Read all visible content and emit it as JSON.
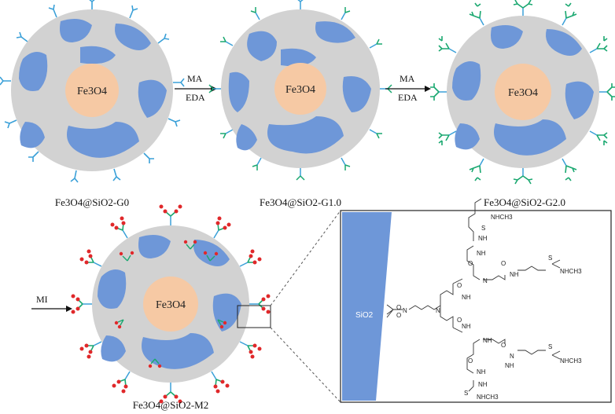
{
  "particles": [
    {
      "id": "g0",
      "core_label": "Fe3O4",
      "name_label": "Fe3O4@SiO2-G0"
    },
    {
      "id": "g1",
      "core_label": "Fe3O4",
      "name_label": "Fe3O4@SiO2-G1.0"
    },
    {
      "id": "g2",
      "core_label": "Fe3O4",
      "name_label": "Fe3O4@SiO2-G2.0"
    },
    {
      "id": "m2",
      "core_label": "Fe3O4",
      "name_label": "Fe3O4@SiO2-M2"
    }
  ],
  "steps": [
    {
      "reagent_top": "MA",
      "reagent_bottom": "EDA"
    },
    {
      "reagent_top": "MA",
      "reagent_bottom": "EDA"
    },
    {
      "reagent_top": "MI",
      "reagent_bottom": ""
    }
  ],
  "zoom": {
    "surface_label": "SiO2",
    "groups": [
      "NHCH3",
      "NH",
      "NH",
      "N",
      "NH",
      "NH",
      "NHCH3",
      "NH",
      "N",
      "NH",
      "N",
      "O",
      "O",
      "NH",
      "N",
      "NH",
      "NH",
      "NHCH3",
      "NHCH3",
      "S",
      "S",
      "S",
      "S",
      "O",
      "O",
      "O",
      "O",
      "O",
      "O"
    ]
  },
  "colors": {
    "shell": "#d2d2d2",
    "pore": "#6e97d8",
    "core": "#f6c9a4",
    "ligand_blue": "#3aa0d8",
    "ligand_green": "#1aa870",
    "end_red": "#e0282a"
  }
}
